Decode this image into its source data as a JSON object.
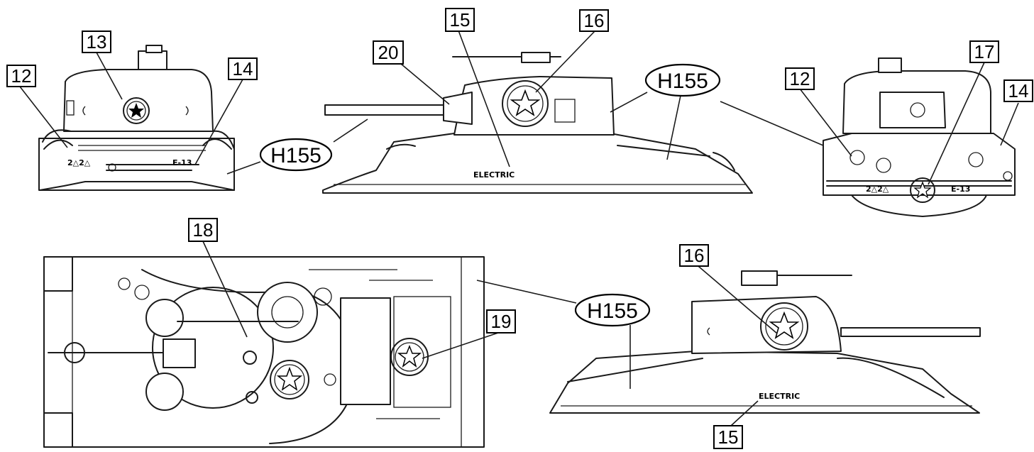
{
  "callouts": {
    "c13": "13",
    "c12a": "12",
    "c14a": "14",
    "c20": "20",
    "c15a": "15",
    "c16a": "16",
    "c17": "17",
    "c12b": "12",
    "c14b": "14",
    "c18": "18",
    "c19": "19",
    "c16b": "16",
    "c15b": "15"
  },
  "paint_codes": {
    "front": "H155",
    "side_top": "H155",
    "plan": "H155"
  },
  "markings": {
    "front_lower_left": "2△2△",
    "front_lower_right": "E-13",
    "side_electric": "ELECTRIC",
    "rear_lower_left": "2△2△",
    "rear_lower_right": "E-13",
    "side_right_electric": "ELECTRIC"
  },
  "colors": {
    "line": "#1a1a1a",
    "background": "#ffffff"
  }
}
